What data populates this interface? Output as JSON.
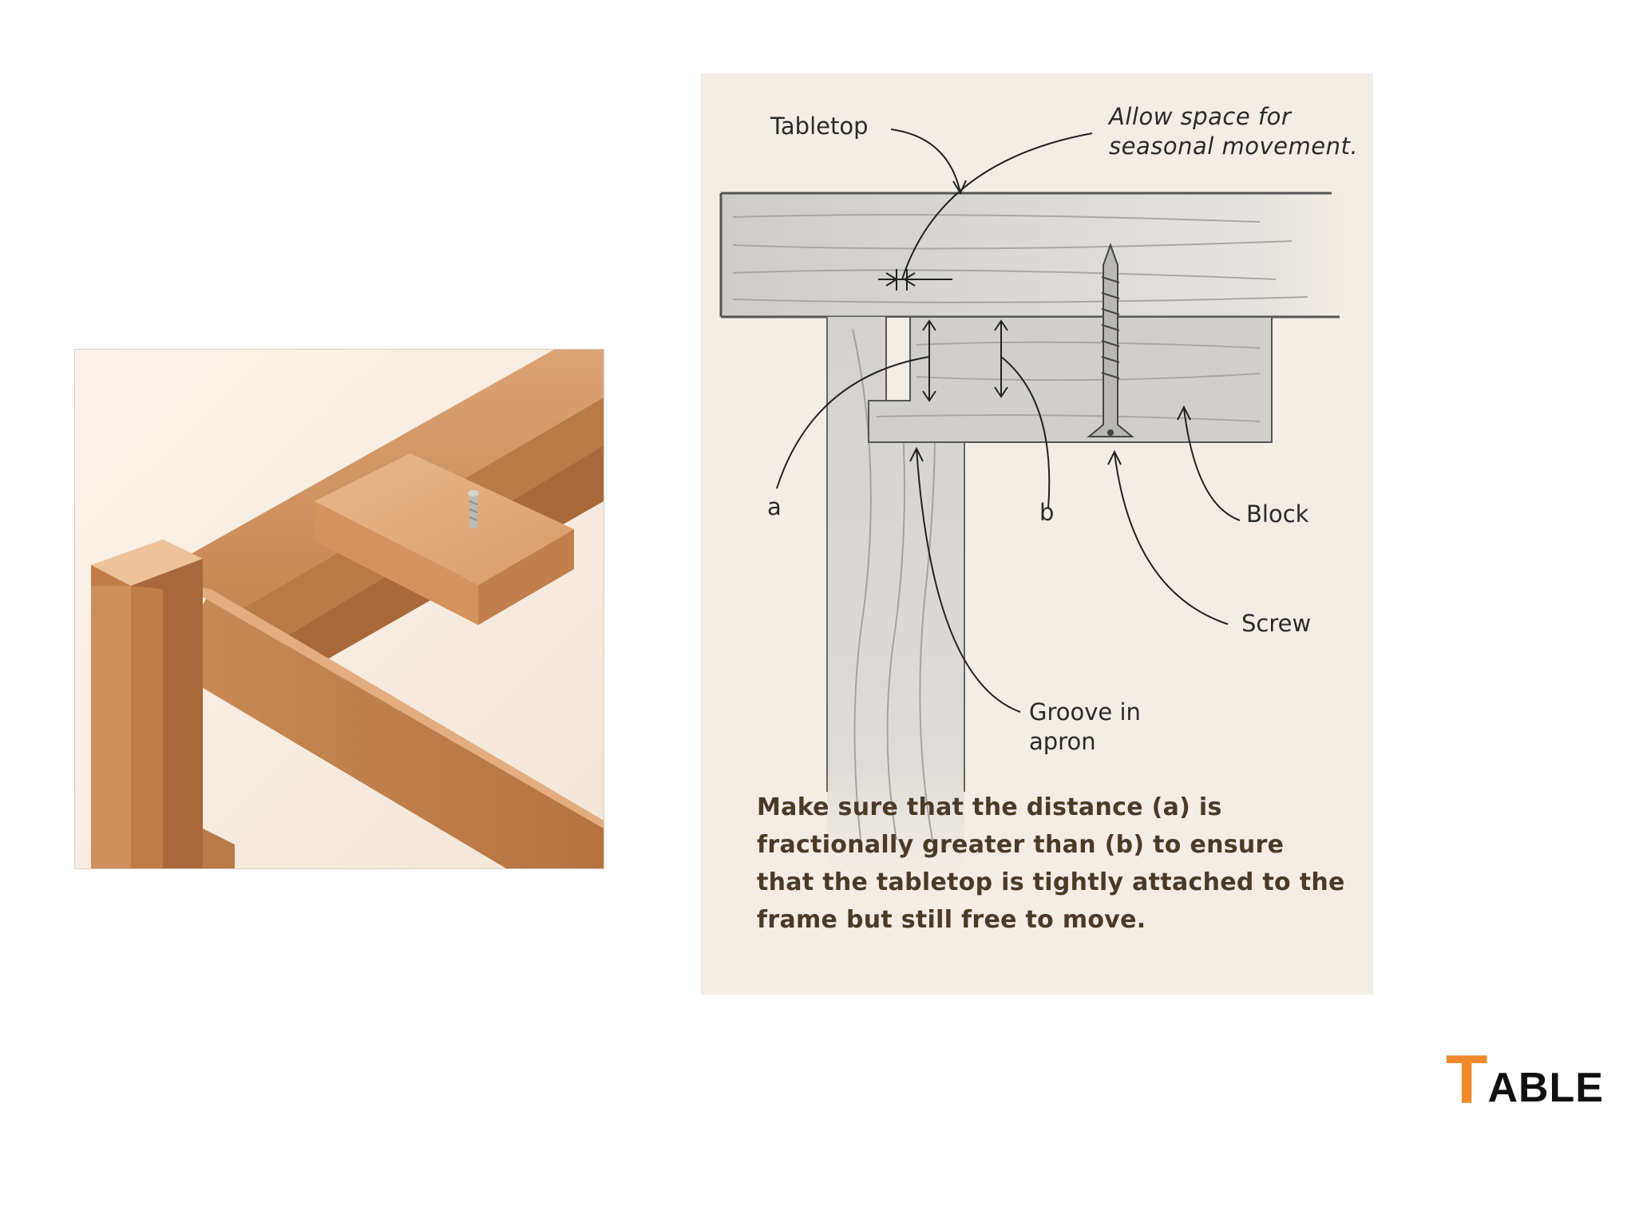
{
  "diagram": {
    "labels": {
      "tabletop": "Tabletop",
      "allow_space": [
        "Allow space for",
        "seasonal movement."
      ],
      "a": "a",
      "b": "b",
      "block": "Block",
      "screw": "Screw",
      "groove": [
        "Groove in",
        "apron"
      ]
    },
    "caption": [
      "Make sure that the distance (a) is",
      "fractionally greater than (b) to ensure",
      "that the tabletop is tightly attached to the",
      "frame but still free to move."
    ]
  },
  "slide": {
    "title_first": "T",
    "title_rest": "ABLE",
    "accent_color": "#ee8a2a"
  }
}
